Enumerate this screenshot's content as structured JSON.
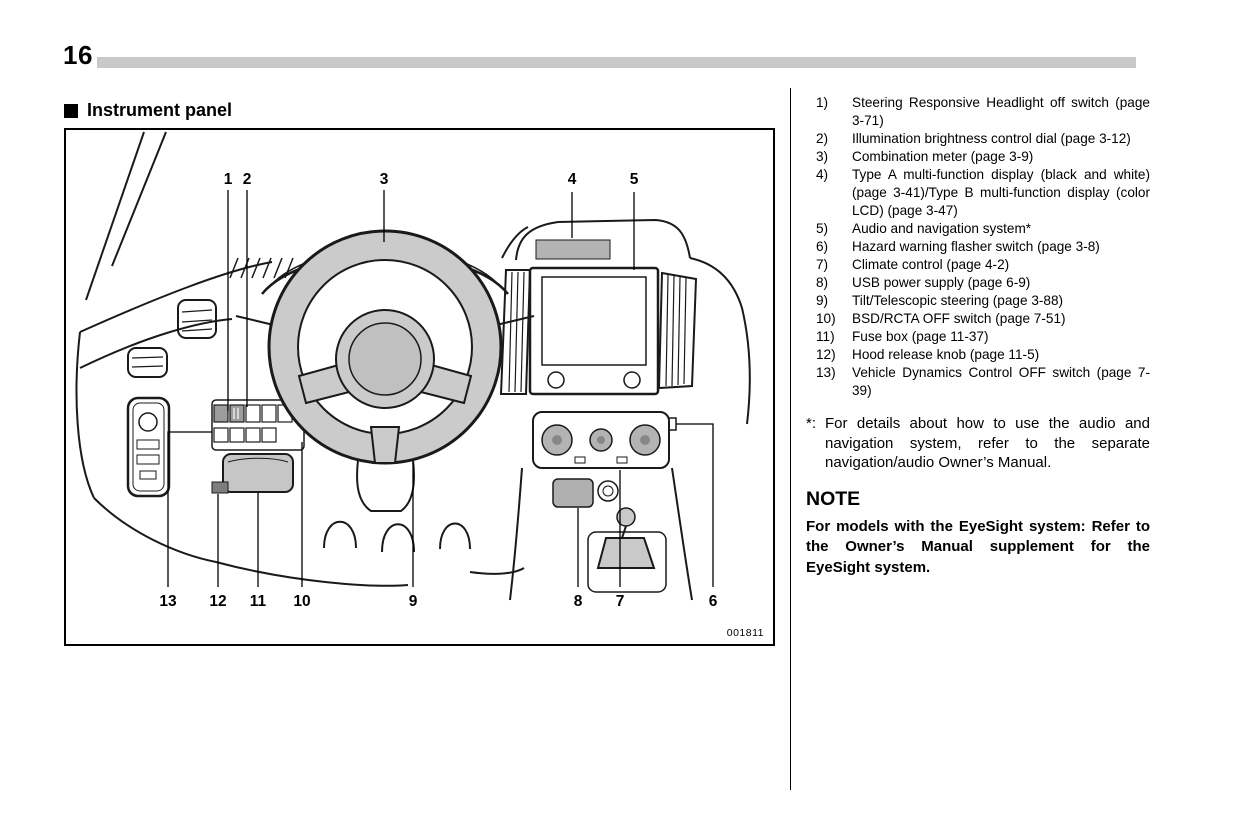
{
  "page": {
    "number": "16",
    "section_title": "Instrument panel",
    "figure_code": "001811"
  },
  "callouts": {
    "top": [
      "1",
      "2",
      "3",
      "4",
      "5"
    ],
    "bottom": [
      "13",
      "12",
      "11",
      "10",
      "9",
      "8",
      "7",
      "6"
    ]
  },
  "legend": {
    "items": [
      {
        "num": "1)",
        "text": "Steering Responsive Headlight off switch (page 3-71)"
      },
      {
        "num": "2)",
        "text": "Illumination brightness control dial (page 3-12)"
      },
      {
        "num": "3)",
        "text": "Combination meter (page 3-9)"
      },
      {
        "num": "4)",
        "text": "Type A multi-function display (black and white) (page 3-41)/Type B multi-function display (color LCD) (page 3-47)"
      },
      {
        "num": "5)",
        "text": "Audio and navigation system*"
      },
      {
        "num": "6)",
        "text": "Hazard warning flasher switch (page 3-8)"
      },
      {
        "num": "7)",
        "text": "Climate control (page 4-2)"
      },
      {
        "num": "8)",
        "text": "USB power supply (page 6-9)"
      },
      {
        "num": "9)",
        "text": "Tilt/Telescopic steering (page 3-88)"
      },
      {
        "num": "10)",
        "text": "BSD/RCTA OFF switch (page 7-51)"
      },
      {
        "num": "11)",
        "text": "Fuse box (page 11-37)"
      },
      {
        "num": "12)",
        "text": "Hood release knob (page 11-5)"
      },
      {
        "num": "13)",
        "text": "Vehicle Dynamics Control OFF switch (page 7-39)"
      }
    ],
    "footnote": {
      "marker": "*:",
      "text": "For details about how to use the audio and navigation system, refer to the separate navigation/audio Owner’s Manual."
    },
    "note_title": "NOTE",
    "note_text": "For models with the EyeSight system: Refer to the Owner’s Manual supplement for the EyeSight system."
  }
}
